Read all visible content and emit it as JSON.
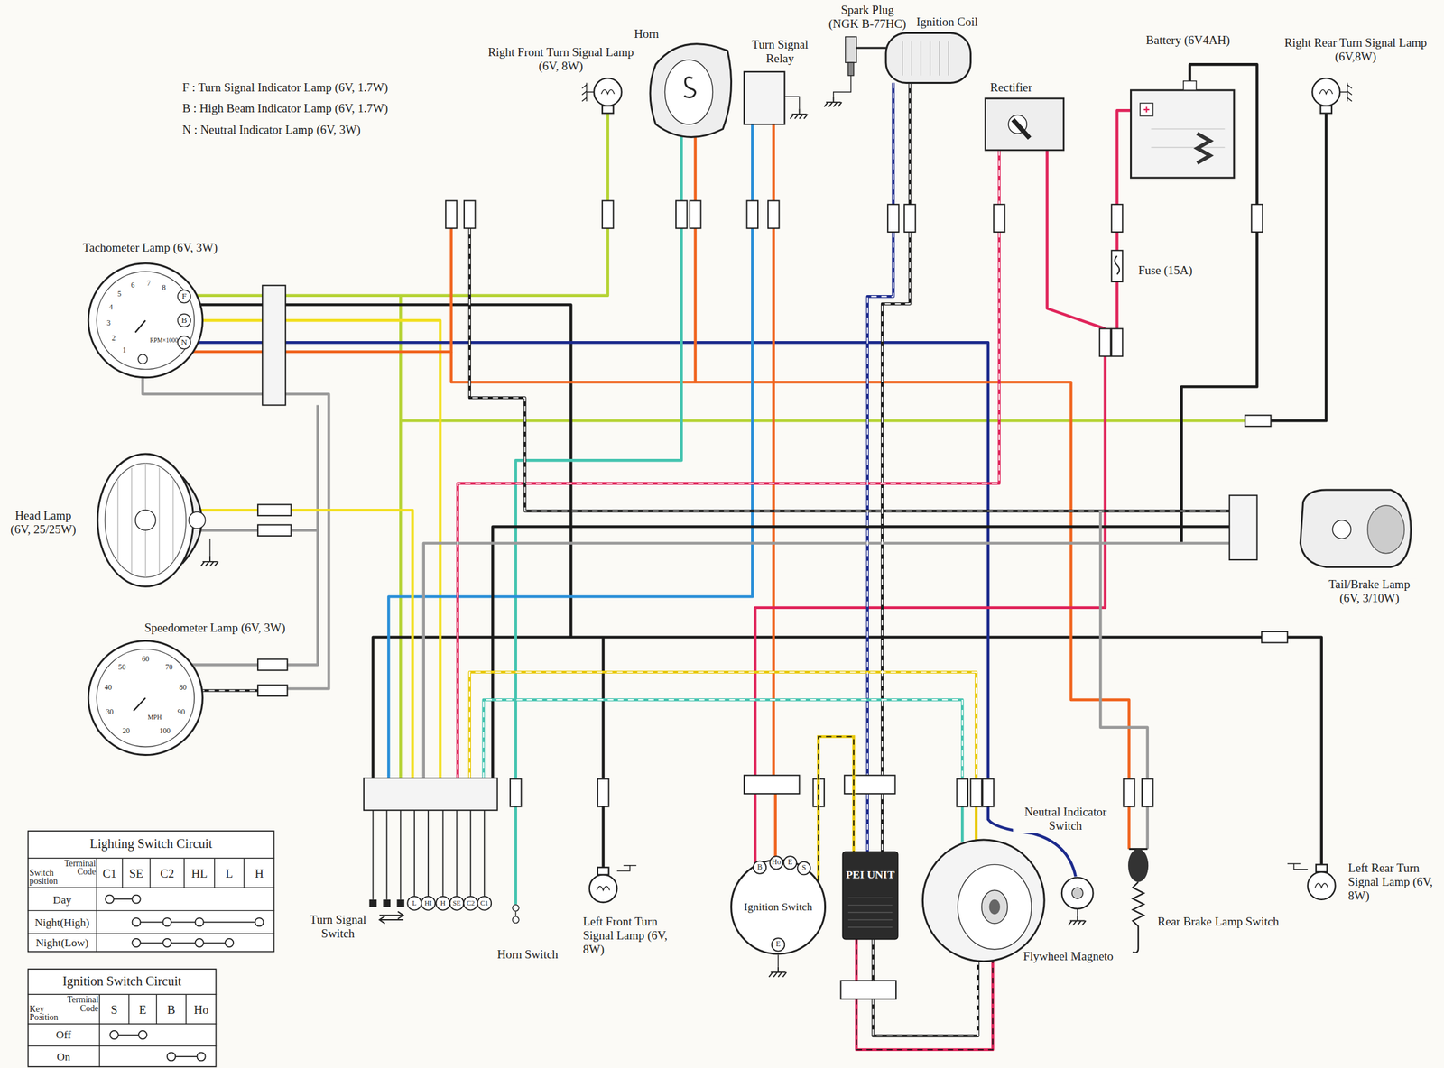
{
  "diagram": {
    "nodes": [
      {
        "text": [
          "Lighting Switch Circuit",
          "Terminal Code",
          "Switch position",
          "C1",
          "SE",
          "C2",
          "HL",
          "L",
          "H",
          "Day",
          "Night(High)",
          "Night(Low)"
        ]
      },
      {
        "text": [
          "Ignition Switch Circuit",
          "Terminal Code",
          "Key Position",
          "S",
          "E",
          "B",
          "Ho",
          "Off",
          "On"
        ]
      },
      {
        "text": [
          "Ignition Switch",
          "B",
          "Ho",
          "E",
          "S",
          "E"
        ]
      },
      {
        "text": [
          "PEI UNIT"
        ]
      }
    ],
    "edges": [
      {
        "from": 2,
        "to": 3,
        "arrow": "none"
      }
    ],
    "labels": [
      "F : Turn Signal Indicator Lamp (6V, 1.7W)",
      "B : High Beam Indicator Lamp (6V, 1.7W)",
      "N : Neutral Indicator Lamp (6V, 3W)",
      "Right Front Turn Signal Lamp (6V, 8W)",
      "Horn",
      "Turn Signal Relay",
      "Spark Plug (NGK B-77HC)",
      "Ignition Coil",
      "Rectifier",
      "Battery (6V4AH)",
      "Right Rear Turn Signal Lamp (6V,8W)",
      "Fuse (15A)",
      "Tachometer Lamp (6V, 3W)",
      "F",
      "B",
      "N",
      "1",
      "2",
      "3",
      "4",
      "5",
      "6",
      "7",
      "8",
      "RPM×1000",
      "Head Lamp (6V, 25/25W)",
      "Speedometer Lamp (6V, 3W)",
      "20",
      "30",
      "40",
      "50",
      "60",
      "70",
      "80",
      "90",
      "100",
      "MPH",
      "Tail/Brake Lamp (6V, 3/10W)",
      "L",
      "HI",
      "H",
      "SE",
      "C2",
      "C1",
      "Turn Signal Switch",
      "Horn Switch",
      "Left Front Turn Signal Lamp (6V, 8W)",
      "Neutral Indicator Switch",
      "Flywheel Magneto",
      "Rear Brake Lamp Switch",
      "Left Rear Turn Signal Lamp (6V, 8W)"
    ]
  }
}
